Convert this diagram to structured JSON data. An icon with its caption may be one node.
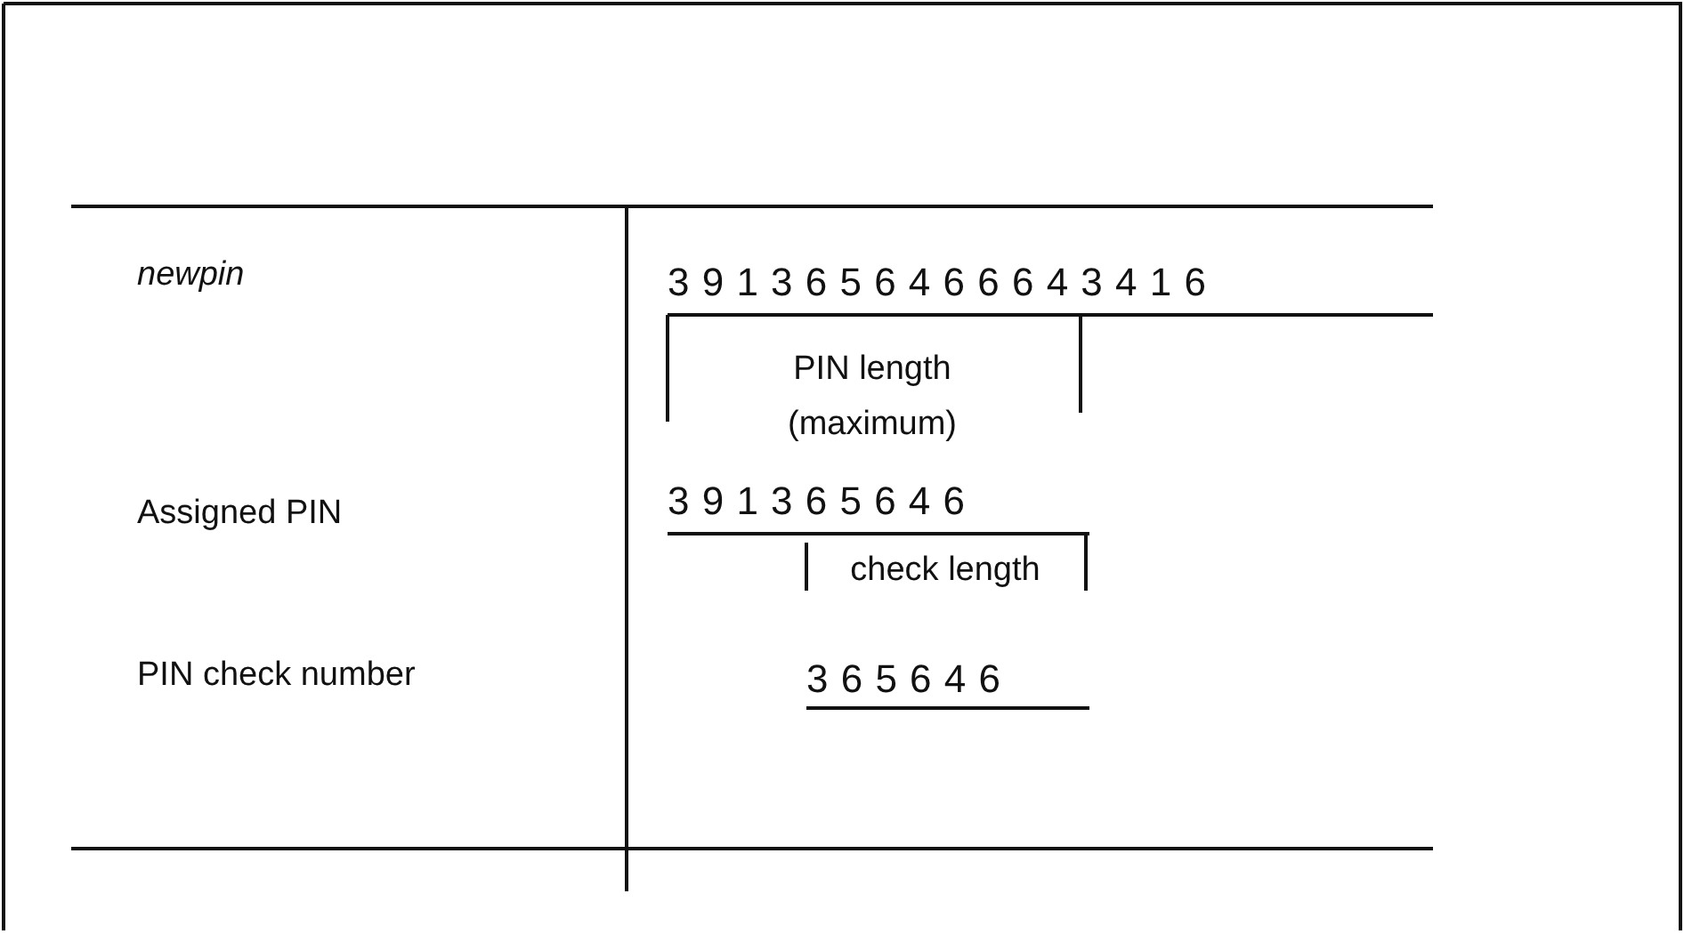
{
  "diagram": {
    "labels": [
      "newpin",
      "3 9 1 3 6 5 6 4 6 6 6 4 3 4 1 6",
      "PIN length (maximum)",
      "Assigned PIN",
      "3 9 1 3 6 5 6 4 6",
      "check length",
      "PIN check number",
      "3 6 5 6 4 6"
    ]
  }
}
